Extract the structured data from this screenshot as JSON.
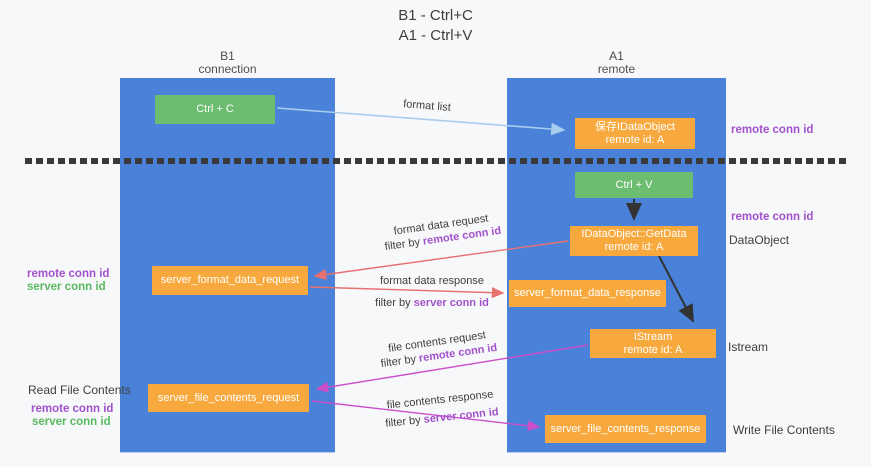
{
  "title": {
    "line1": "B1 - Ctrl+C",
    "line2": "A1 - Ctrl+V"
  },
  "lanes": {
    "left": {
      "name": "B1",
      "subtitle": "connection"
    },
    "right": {
      "name": "A1",
      "subtitle": "remote"
    }
  },
  "nodes": {
    "ctrl_c": {
      "label": "Ctrl + C"
    },
    "save_idataobject": {
      "line1": "保存IDataObject",
      "line2": "remote id: A"
    },
    "ctrl_v": {
      "label": "Ctrl + V"
    },
    "getdata": {
      "line1": "IDataObject::GetData",
      "line2": "remote id: A"
    },
    "server_format_data_request": {
      "label": "server_format_data_request"
    },
    "server_format_data_response": {
      "label": "server_format_data_response"
    },
    "istream": {
      "line1": "IStream",
      "line2": "remote id: A"
    },
    "server_file_contents_request": {
      "label": "server_file_contents_request"
    },
    "server_file_contents_response": {
      "label": "server_file_contents_response"
    }
  },
  "edges": {
    "format_list": {
      "label": "format list"
    },
    "format_data_request": {
      "label": "format data request",
      "filter_prefix": "filter by ",
      "filter_key": "remote conn id"
    },
    "format_data_response": {
      "label": "format data response",
      "filter_prefix": "filter by ",
      "filter_key": "server conn id"
    },
    "file_contents_request": {
      "label": "file contents request",
      "filter_prefix": "filter by ",
      "filter_key": "remote conn id"
    },
    "file_contents_response": {
      "label": "file contents response",
      "filter_prefix": "filter by ",
      "filter_key": "server conn id"
    }
  },
  "left_annotations": {
    "format_remote": "remote conn id",
    "format_server": "server conn id",
    "read_file": "Read File Contents",
    "file_remote": "remote conn id",
    "file_server": "server conn id"
  },
  "right_annotations": {
    "top_remote_conn": "remote conn id",
    "mid_remote_conn": "remote conn id",
    "dataobject": "DataObject",
    "istream": "Istream",
    "write_file": "Write File Contents"
  },
  "colors": {
    "lane_blue": "#4a81d9",
    "node_green": "#6dbd71",
    "node_orange": "#f8a93e",
    "arrow_black": "#333333",
    "arrow_salmon": "#e8716f",
    "arrow_magenta": "#cb4fc8",
    "arrow_lightblue": "#a8cdee",
    "text_purple": "#a251cb",
    "text_green": "#5ab95f",
    "separator_dark": "#3a3a3a"
  }
}
